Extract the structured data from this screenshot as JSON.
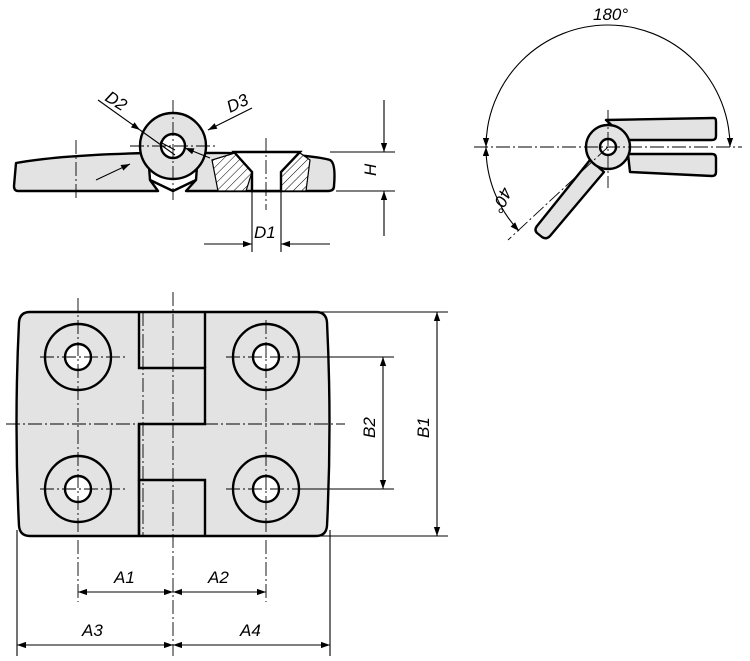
{
  "labels": {
    "d1": "D1",
    "d2": "D2",
    "d3": "D3",
    "h": "H",
    "a1": "A1",
    "a2": "A2",
    "a3": "A3",
    "a4": "A4",
    "b1": "B1",
    "b2": "B2",
    "angle_open": "180°",
    "angle_lower": "40°"
  },
  "colors": {
    "part_fill": "#e3e3e3",
    "line": "#000000",
    "background": "#ffffff"
  }
}
